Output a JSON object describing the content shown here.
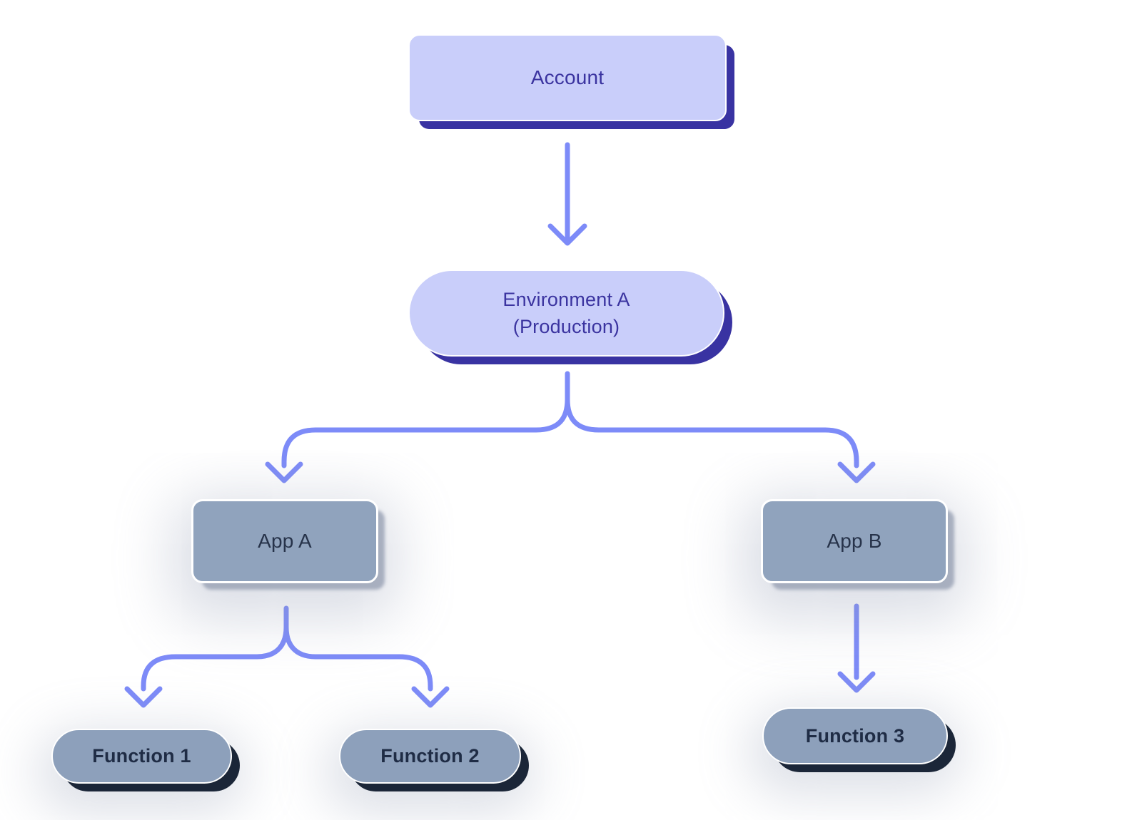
{
  "diagram": {
    "nodes": {
      "account": {
        "label": "Account"
      },
      "environment_a": {
        "line1": "Environment A",
        "line2": "(Production)"
      },
      "app_a": {
        "label": "App A"
      },
      "app_b": {
        "label": "App B"
      },
      "function_1": {
        "label": "Function 1"
      },
      "function_2": {
        "label": "Function 2"
      },
      "function_3": {
        "label": "Function 3"
      }
    },
    "edges": [
      {
        "from": "Account",
        "to": "Environment A (Production)"
      },
      {
        "from": "Environment A (Production)",
        "to": "App A"
      },
      {
        "from": "Environment A (Production)",
        "to": "App B"
      },
      {
        "from": "App A",
        "to": "Function 1"
      },
      {
        "from": "App A",
        "to": "Function 2"
      },
      {
        "from": "App B",
        "to": "Function 3"
      }
    ],
    "colors": {
      "primary_fill": "#C9CEFA",
      "primary_shadow": "#3933A2",
      "primary_text": "#3B34A0",
      "secondary_fill": "#90A3BD",
      "secondary_text": "#27334A",
      "function_shadow": "#1B2638",
      "arrow": "#7D8BF8",
      "background": "#FFFFFF"
    }
  }
}
